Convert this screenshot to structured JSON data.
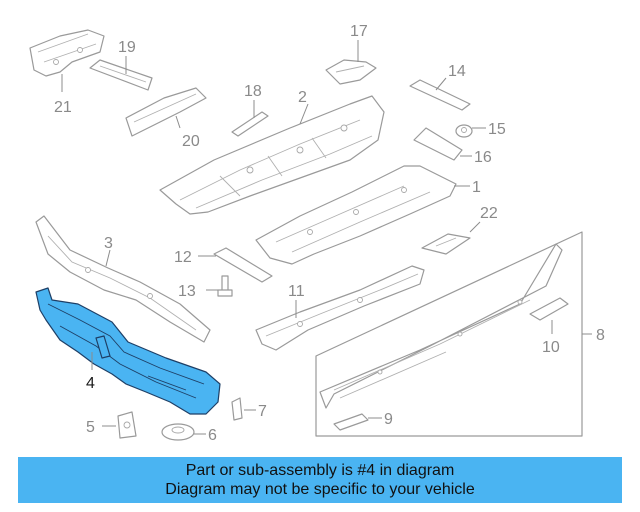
{
  "callouts": {
    "c1": "1",
    "c2": "2",
    "c3": "3",
    "c4": "4",
    "c5": "5",
    "c6": "6",
    "c7": "7",
    "c8": "8",
    "c9": "9",
    "c10": "10",
    "c11": "11",
    "c12": "12",
    "c13": "13",
    "c14": "14",
    "c15": "15",
    "c16": "16",
    "c17": "17",
    "c18": "18",
    "c19": "19",
    "c20": "20",
    "c21": "21",
    "c22": "22"
  },
  "highlighted_part": "4",
  "colors": {
    "highlight": "#4ab4f2",
    "highlight_outline": "#1e3f66",
    "banner": "#4ab4f2",
    "line_art": "#9a9a9a"
  },
  "banner": {
    "line1": "Part or sub-assembly is #4 in diagram",
    "line2": "Diagram may not be specific to your vehicle"
  }
}
